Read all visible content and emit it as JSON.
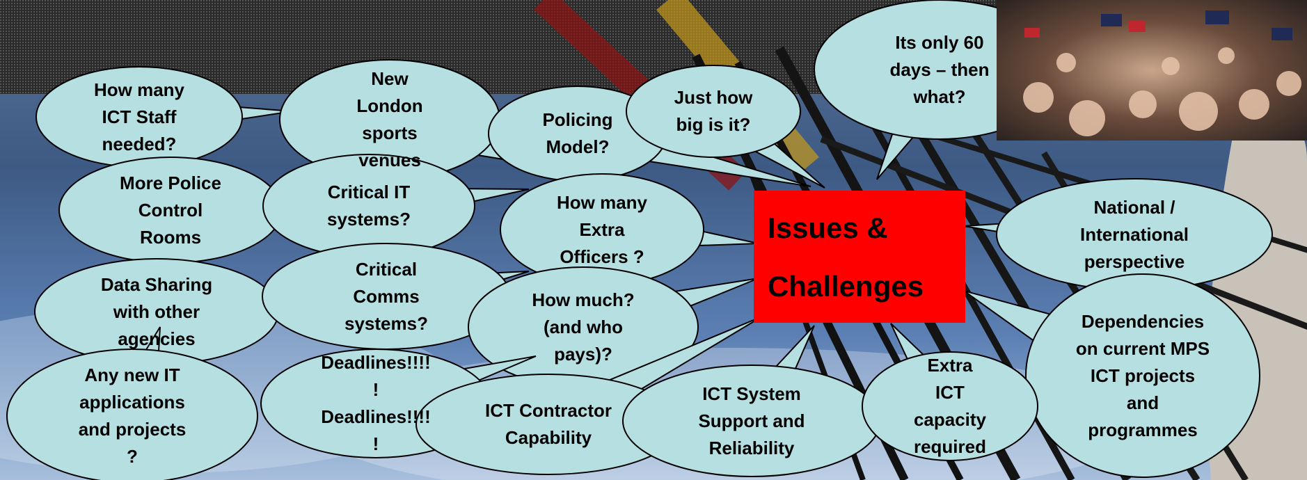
{
  "diagram": {
    "center": {
      "line1": "Issues &",
      "line2": "Challenges",
      "color": "#ff0000"
    },
    "bubble_color": "#b5dfe1",
    "bubbles": {
      "ict_staff": "How many\nICT Staff\nneeded?",
      "new_venues": "New\nLondon\nsports\nvenues",
      "policing_model": "Policing\nModel?",
      "how_big": "Just how\nbig is it?",
      "sixty_days": "Its only 60\ndays – then\nwhat?",
      "control_rooms": "More Police\nControl\nRooms",
      "critical_it": "Critical IT\nsystems?",
      "extra_officers": "How many\nExtra\nOfficers ?",
      "national": "National /\nInternational\nperspective",
      "data_sharing": "Data Sharing\nwith other\nagencies",
      "critical_comms": "Critical\nComms\nsystems?",
      "how_much": "How much?\n(and who\npays)?",
      "dependencies": "Dependencies\non current MPS\nICT projects\nand\nprogrammes",
      "new_it": "Any new IT\napplications\nand projects\n?",
      "deadlines": "Deadlines!!!!\n!\nDeadlines!!!!\n!",
      "contractor": "ICT Contractor\nCapability",
      "support": "ICT System\nSupport and\nReliability",
      "extra_capacity": "Extra\nICT\ncapacity\nrequired"
    }
  }
}
